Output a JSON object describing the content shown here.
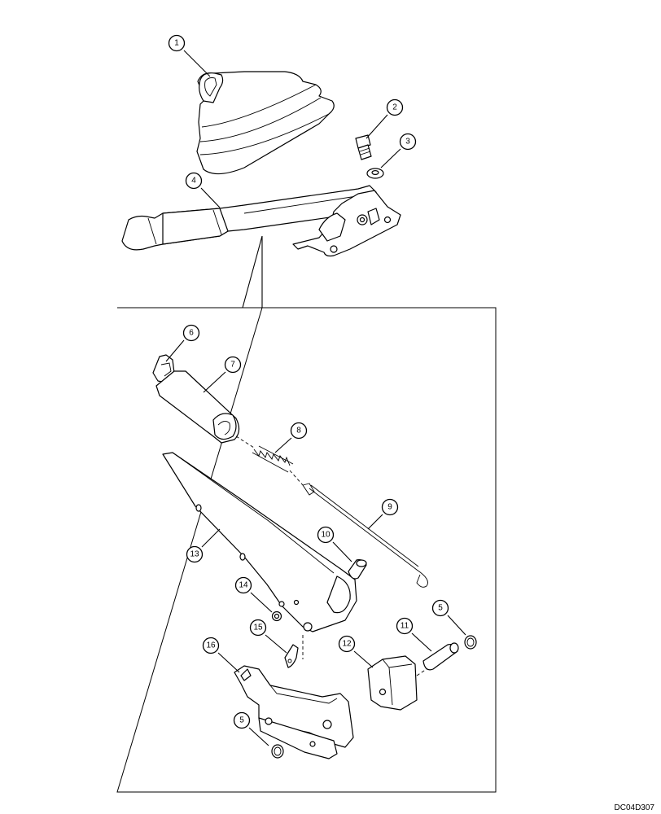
{
  "drawing_code": "DC04D307",
  "callouts": [
    "1",
    "2",
    "3",
    "4",
    "5",
    "6",
    "7",
    "8",
    "9",
    "10",
    "11",
    "12",
    "13",
    "14",
    "15",
    "16",
    "5"
  ],
  "colors": {
    "line": "#000000",
    "background": "#ffffff",
    "boot_fill": "#8a8a8a"
  }
}
